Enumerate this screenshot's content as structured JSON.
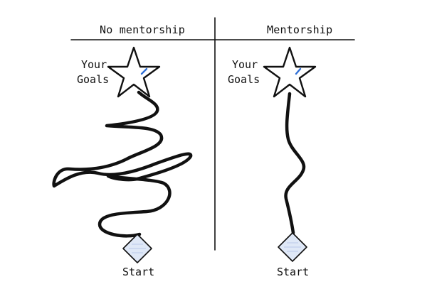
{
  "columns": [
    {
      "heading": "No mentorship",
      "goal_line1": "Your",
      "goal_line2": "Goals",
      "start_label": "Start"
    },
    {
      "heading": "Mentorship",
      "goal_line1": "Your",
      "goal_line2": "Goals",
      "start_label": "Start"
    }
  ],
  "colors": {
    "ink": "#111111",
    "accent": "#2f6fd6",
    "start_fill": "#dfe8f7"
  }
}
